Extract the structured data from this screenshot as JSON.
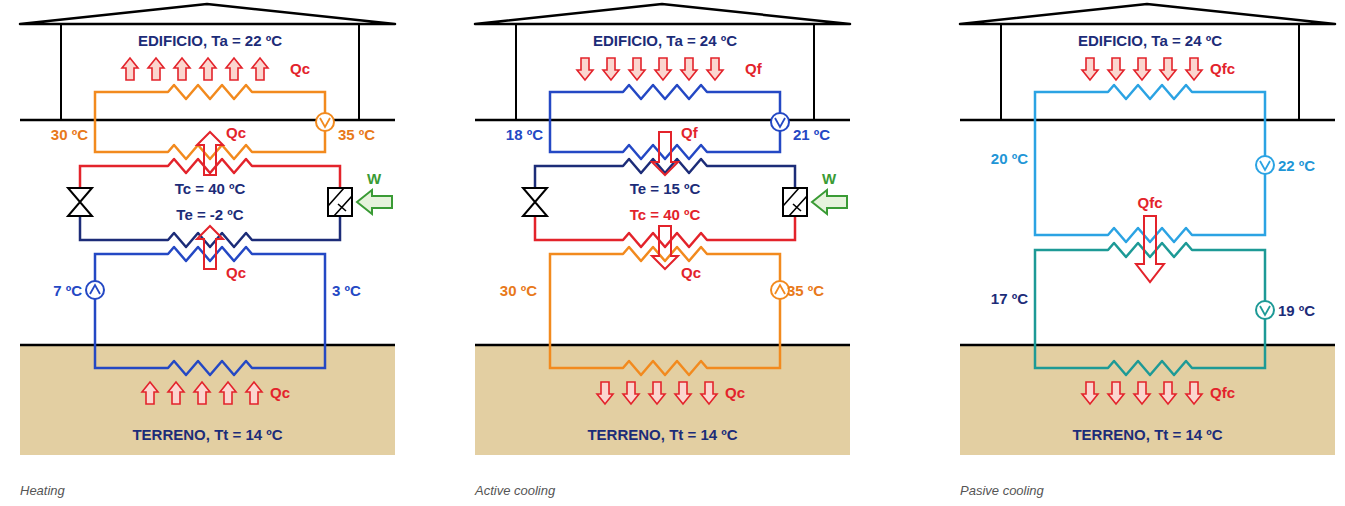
{
  "diagram": {
    "nodes": [
      {
        "text": [
          "EDIFICIO, Ta = 22 ºC"
        ]
      },
      {
        "text": [
          "TERRENO, Tt = 14 ºC"
        ]
      },
      {
        "text": [
          "EDIFICIO, Ta = 24 ºC"
        ]
      },
      {
        "text": [
          "TERRENO, Tt = 14 ºC"
        ]
      },
      {
        "text": [
          "EDIFICIO, Ta = 24 ºC"
        ]
      },
      {
        "text": [
          "TERRENO, Tt = 14 ºC"
        ]
      }
    ],
    "labels": [
      "Qc",
      "30 ºC",
      "35 ºC",
      "Qc",
      "Tc = 40 ºC",
      "Te = -2 ºC",
      "W",
      "7 ºC",
      "3 ºC",
      "Qc",
      "Qc",
      "Heating",
      "Qf",
      "18 ºC",
      "21 ºC",
      "Qf",
      "Te = 15 ºC",
      "Tc = 40 ºC",
      "W",
      "30 ºC",
      "35 ºC",
      "Qc",
      "Qc",
      "Active cooling",
      "Qfc",
      "20 ºC",
      "22 ºC",
      "Qfc",
      "17 ºC",
      "19 ºC",
      "Qfc",
      "Pasive cooling"
    ]
  }
}
